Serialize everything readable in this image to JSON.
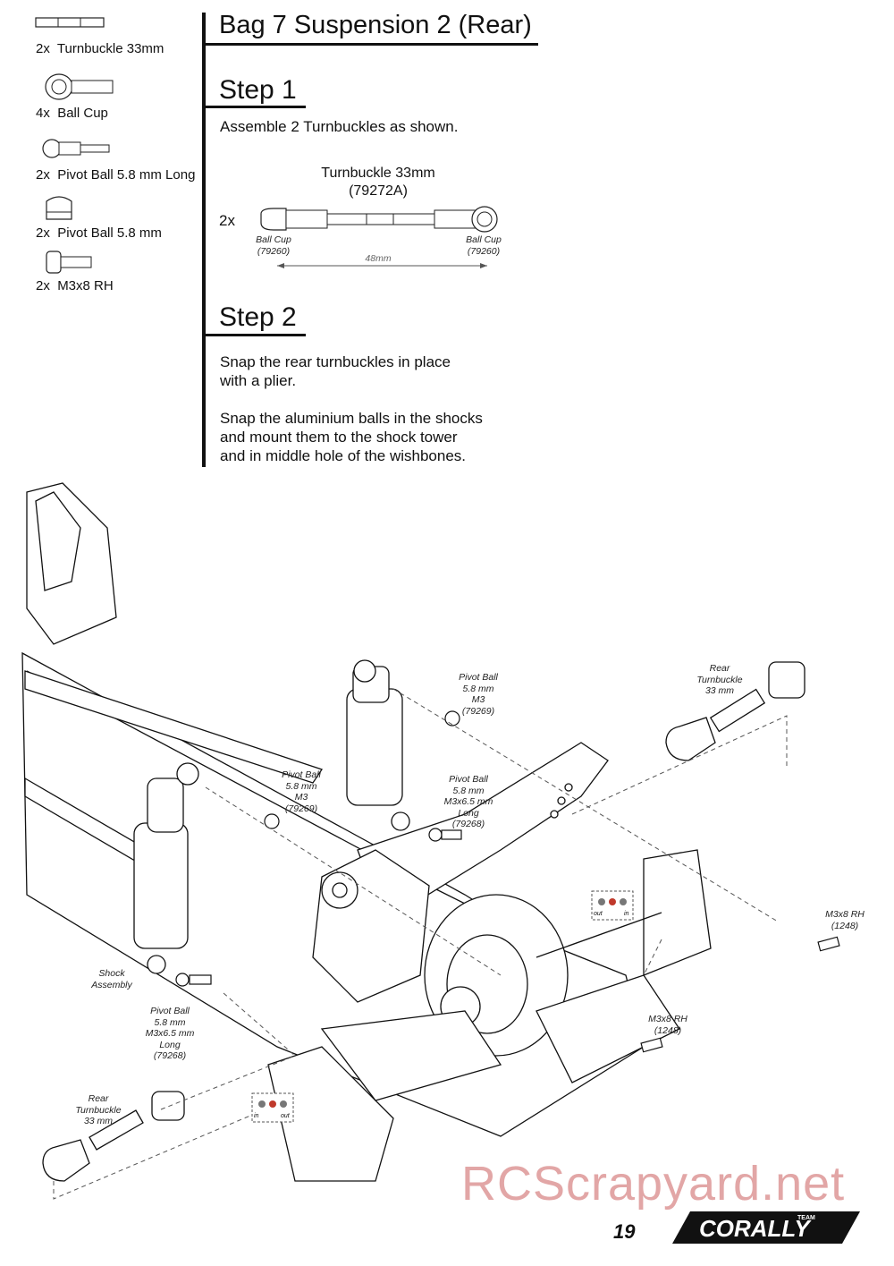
{
  "parts_list": [
    {
      "qty": "2x",
      "name": "Turnbuckle 33mm",
      "icon": "turnbuckle-icon"
    },
    {
      "qty": "4x",
      "name": "Ball Cup",
      "icon": "ball-cup-icon"
    },
    {
      "qty": "2x",
      "name": "Pivot Ball 5.8 mm Long",
      "icon": "pivot-ball-long-icon"
    },
    {
      "qty": "2x",
      "name": "Pivot Ball 5.8 mm",
      "icon": "pivot-ball-icon"
    },
    {
      "qty": "2x",
      "name": "M3x8 RH",
      "icon": "screw-icon"
    }
  ],
  "title": "Bag 7 Suspension 2 (Rear)",
  "step1": {
    "heading": "Step 1",
    "text": "Assemble 2 Turnbuckles as shown.",
    "diagram": {
      "caption": "Turnbuckle 33mm\n(79272A)",
      "qty": "2x",
      "left_cup": "Ball Cup\n(79260)",
      "right_cup": "Ball Cup\n(79260)",
      "length": "48mm"
    }
  },
  "step2": {
    "heading": "Step 2",
    "text1": "Snap the rear turnbuckles in place\nwith a plier.",
    "text2": "Snap the aluminium balls in the shocks\nand mount them to the shock tower\nand in middle hole of the wishbones."
  },
  "callouts": {
    "pivot_top": "Pivot Ball\n5.8 mm\nM3\n(79269)",
    "rear_turnbuckle_top": "Rear\nTurnbuckle\n33 mm",
    "pivot_mid_left": "Pivot Ball\n5.8 mm\nM3\n(79269)",
    "pivot_mid_long": "Pivot Ball\n5.8 mm\nM3x6.5 mm\nLong\n(79268)",
    "m3x8_right": "M3x8 RH\n(1248)",
    "shock_assembly": "Shock\nAssembly",
    "pivot_bottom_long": "Pivot Ball\n5.8 mm\nM3x6.5 mm\nLong\n(79268)",
    "m3x8_center": "M3x8 RH\n(1248)",
    "rear_turnbuckle_bottom": "Rear\nTurnbuckle\n33 mm",
    "in_out_right": [
      "out",
      "in"
    ],
    "in_out_left": [
      "in",
      "out"
    ]
  },
  "watermark": "RCScrapyard.net",
  "page_number": "19",
  "logo_text": "TEAM CORALLY"
}
